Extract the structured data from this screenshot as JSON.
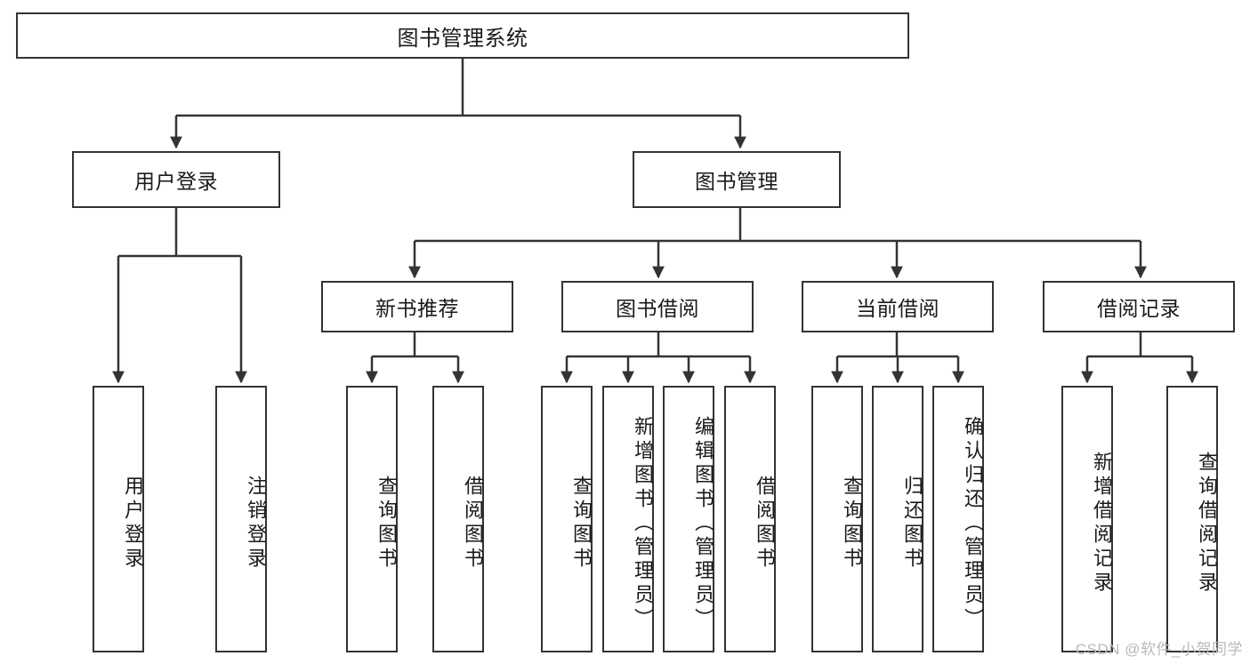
{
  "diagram": {
    "type": "tree-hierarchy",
    "title": "图书管理系统",
    "root": {
      "label": "图书管理系统"
    },
    "level2": [
      {
        "label": "用户登录"
      },
      {
        "label": "图书管理"
      }
    ],
    "level3": [
      {
        "label": "新书推荐"
      },
      {
        "label": "图书借阅"
      },
      {
        "label": "当前借阅"
      },
      {
        "label": "借阅记录"
      }
    ],
    "leaves": {
      "user_login": [
        {
          "label": "用户登录"
        },
        {
          "label": "注销登录"
        }
      ],
      "new_book_recommend": [
        {
          "label": "查询图书"
        },
        {
          "label": "借阅图书"
        }
      ],
      "book_borrow": [
        {
          "label": "查询图书"
        },
        {
          "label": "新增图书（管理员）"
        },
        {
          "label": "编辑图书（管理员）"
        },
        {
          "label": "借阅图书"
        }
      ],
      "current_borrow": [
        {
          "label": "查询图书"
        },
        {
          "label": "归还图书"
        },
        {
          "label": "确认归还（管理员）"
        }
      ],
      "borrow_record": [
        {
          "label": "新增借阅记录"
        },
        {
          "label": "查询借阅记录"
        }
      ]
    }
  },
  "watermark": {
    "text": "CSDN @软件_小贺同学"
  },
  "colors": {
    "stroke": "#333333",
    "text": "#1a1a1a",
    "background": "#ffffff",
    "watermark": "#b9b9b9"
  }
}
